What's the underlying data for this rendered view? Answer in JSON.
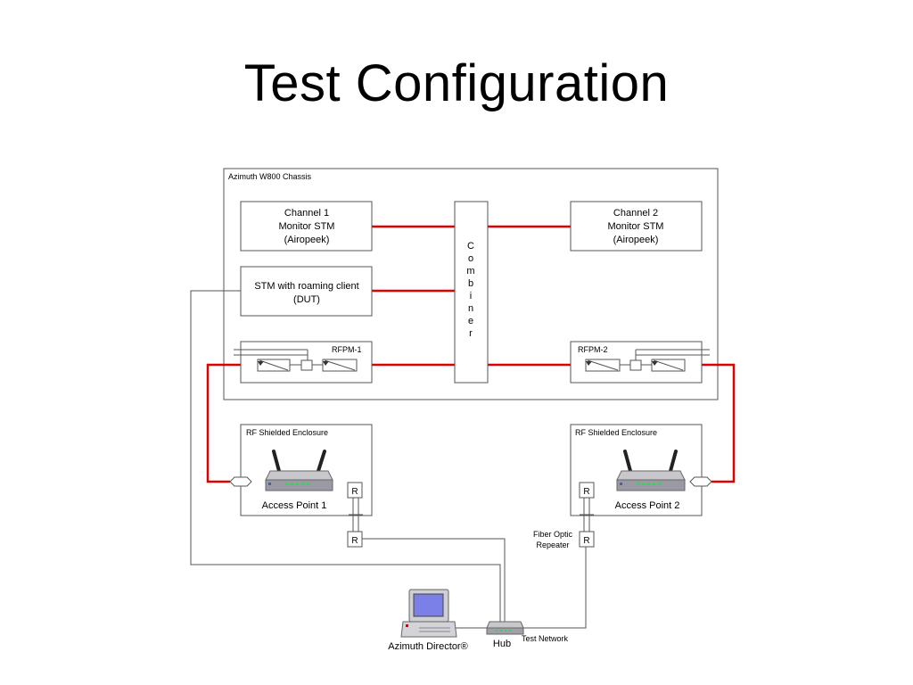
{
  "title": "Test Configuration",
  "chassis_label": "Azimuth W800 Chassis",
  "channel1": [
    "Channel 1",
    "Monitor STM",
    "(Airopeek)"
  ],
  "channel2": [
    "Channel 2",
    "Monitor STM",
    "(Airopeek)"
  ],
  "stm": [
    "STM with roaming client",
    "(DUT)"
  ],
  "combiner": [
    "C",
    "o",
    "m",
    "b",
    "i",
    "n",
    "e",
    "r"
  ],
  "rfpm1": "RFPM-1",
  "rfpm2": "RFPM-2",
  "enclosure_label": "RF Shielded Enclosure",
  "ap1": "Access Point 1",
  "ap2": "Access Point 2",
  "repeater_letter": "R",
  "fiber_repeater": [
    "Fiber Optic",
    "Repeater"
  ],
  "azimuth_director": "Azimuth Director®",
  "hub": "Hub",
  "test_network": "Test Network",
  "colors": {
    "rf_line": "#e00000",
    "box_stroke": "#555555",
    "monitor_screen": "#7b80e8"
  }
}
